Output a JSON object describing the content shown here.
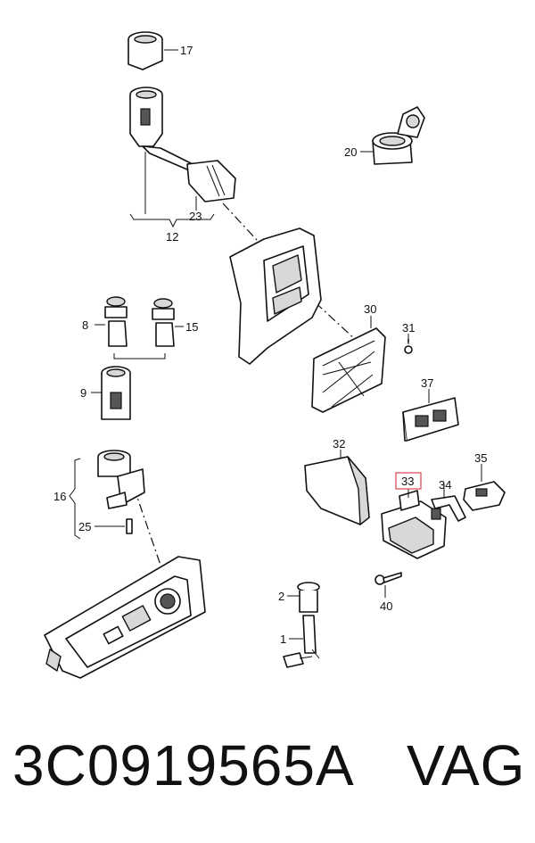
{
  "diagram": {
    "callouts": [
      "17",
      "20",
      "23",
      "12",
      "8",
      "15",
      "9",
      "30",
      "31",
      "37",
      "32",
      "33",
      "34",
      "35",
      "16",
      "25",
      "2",
      "40",
      "1"
    ],
    "highlighted_callout": "33",
    "highlight_color": "#e0505a"
  },
  "caption": {
    "part_number": "3C0919565A",
    "brand": "VAG"
  }
}
